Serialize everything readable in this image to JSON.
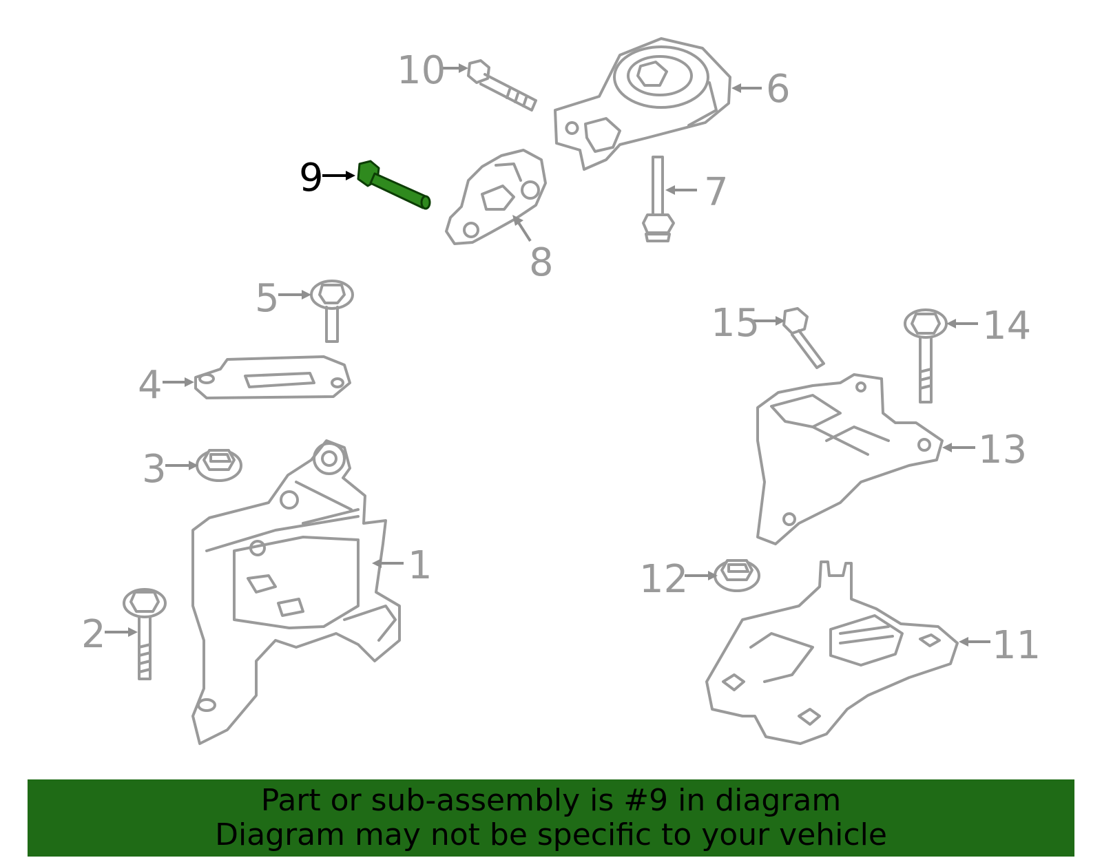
{
  "diagram": {
    "highlight_color": "#2f8a1e",
    "callout_color": "#9a9a9a",
    "selected_part": "9",
    "callouts": [
      {
        "id": "1",
        "label": "1"
      },
      {
        "id": "2",
        "label": "2"
      },
      {
        "id": "3",
        "label": "3"
      },
      {
        "id": "4",
        "label": "4"
      },
      {
        "id": "5",
        "label": "5"
      },
      {
        "id": "6",
        "label": "6"
      },
      {
        "id": "7",
        "label": "7"
      },
      {
        "id": "8",
        "label": "8"
      },
      {
        "id": "9",
        "label": "9"
      },
      {
        "id": "10",
        "label": "10"
      },
      {
        "id": "11",
        "label": "11"
      },
      {
        "id": "12",
        "label": "12"
      },
      {
        "id": "13",
        "label": "13"
      },
      {
        "id": "14",
        "label": "14"
      },
      {
        "id": "15",
        "label": "15"
      }
    ]
  },
  "footer": {
    "background": "#1f6b16",
    "line1": "Part or sub-assembly is #9 in diagram",
    "line2": "Diagram may not be specific to your vehicle"
  }
}
